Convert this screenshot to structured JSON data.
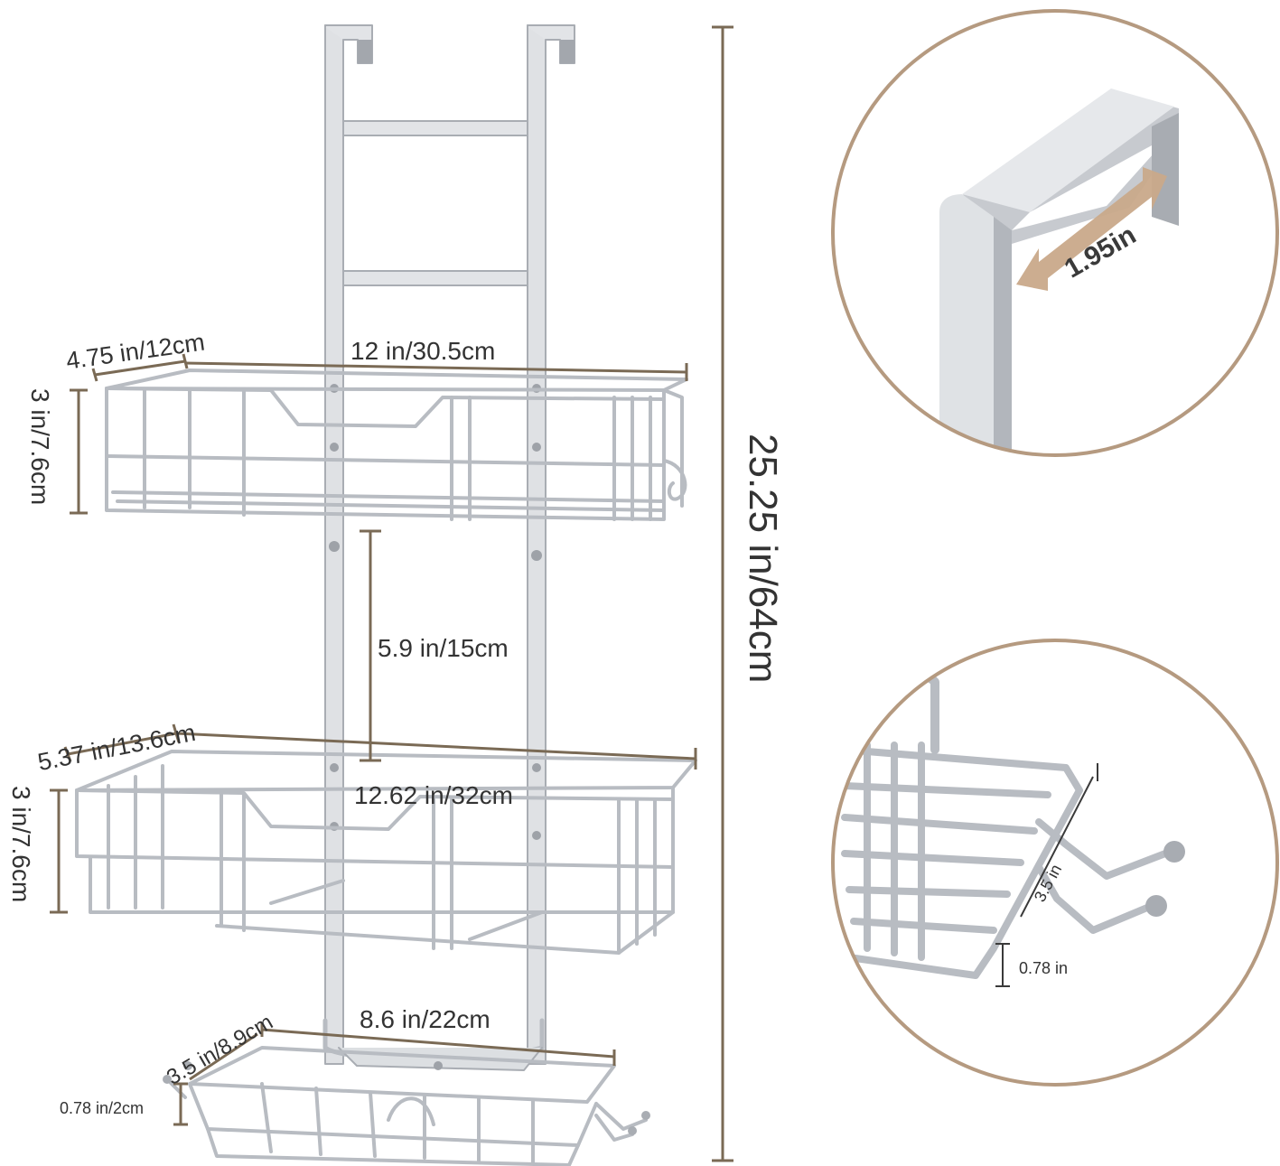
{
  "colors": {
    "background": "#ffffff",
    "metal": "#c9ccd1",
    "metal_dark": "#9da1a8",
    "dimension_line": "#7a6a55",
    "text": "#333333",
    "zoom_ring": "#b59a80",
    "callout_arrow": "#c9a98a"
  },
  "dimensions": {
    "top_depth": "4.75 in/12cm",
    "top_width": "12 in/30.5cm",
    "top_height": "3 in/7.6cm",
    "total_height": "25.25 in/64cm",
    "gap": "5.9 in/15cm",
    "mid_depth": "5.37 in/13.6cm",
    "mid_width": "12.62 in/32cm",
    "mid_height": "3 in/7.6cm",
    "bottom_inner_width": "8.6 in/22cm",
    "bottom_depth": "3.5 in/8.9cm",
    "bottom_height": "0.78 in/2cm"
  },
  "zoom_hook": {
    "label": "1.95in",
    "icon": "door-hook-icon"
  },
  "zoom_soap_dish": {
    "depth_label": "3.5 in",
    "height_label": "0.78 in",
    "icon": "soap-dish-hooks-icon"
  }
}
